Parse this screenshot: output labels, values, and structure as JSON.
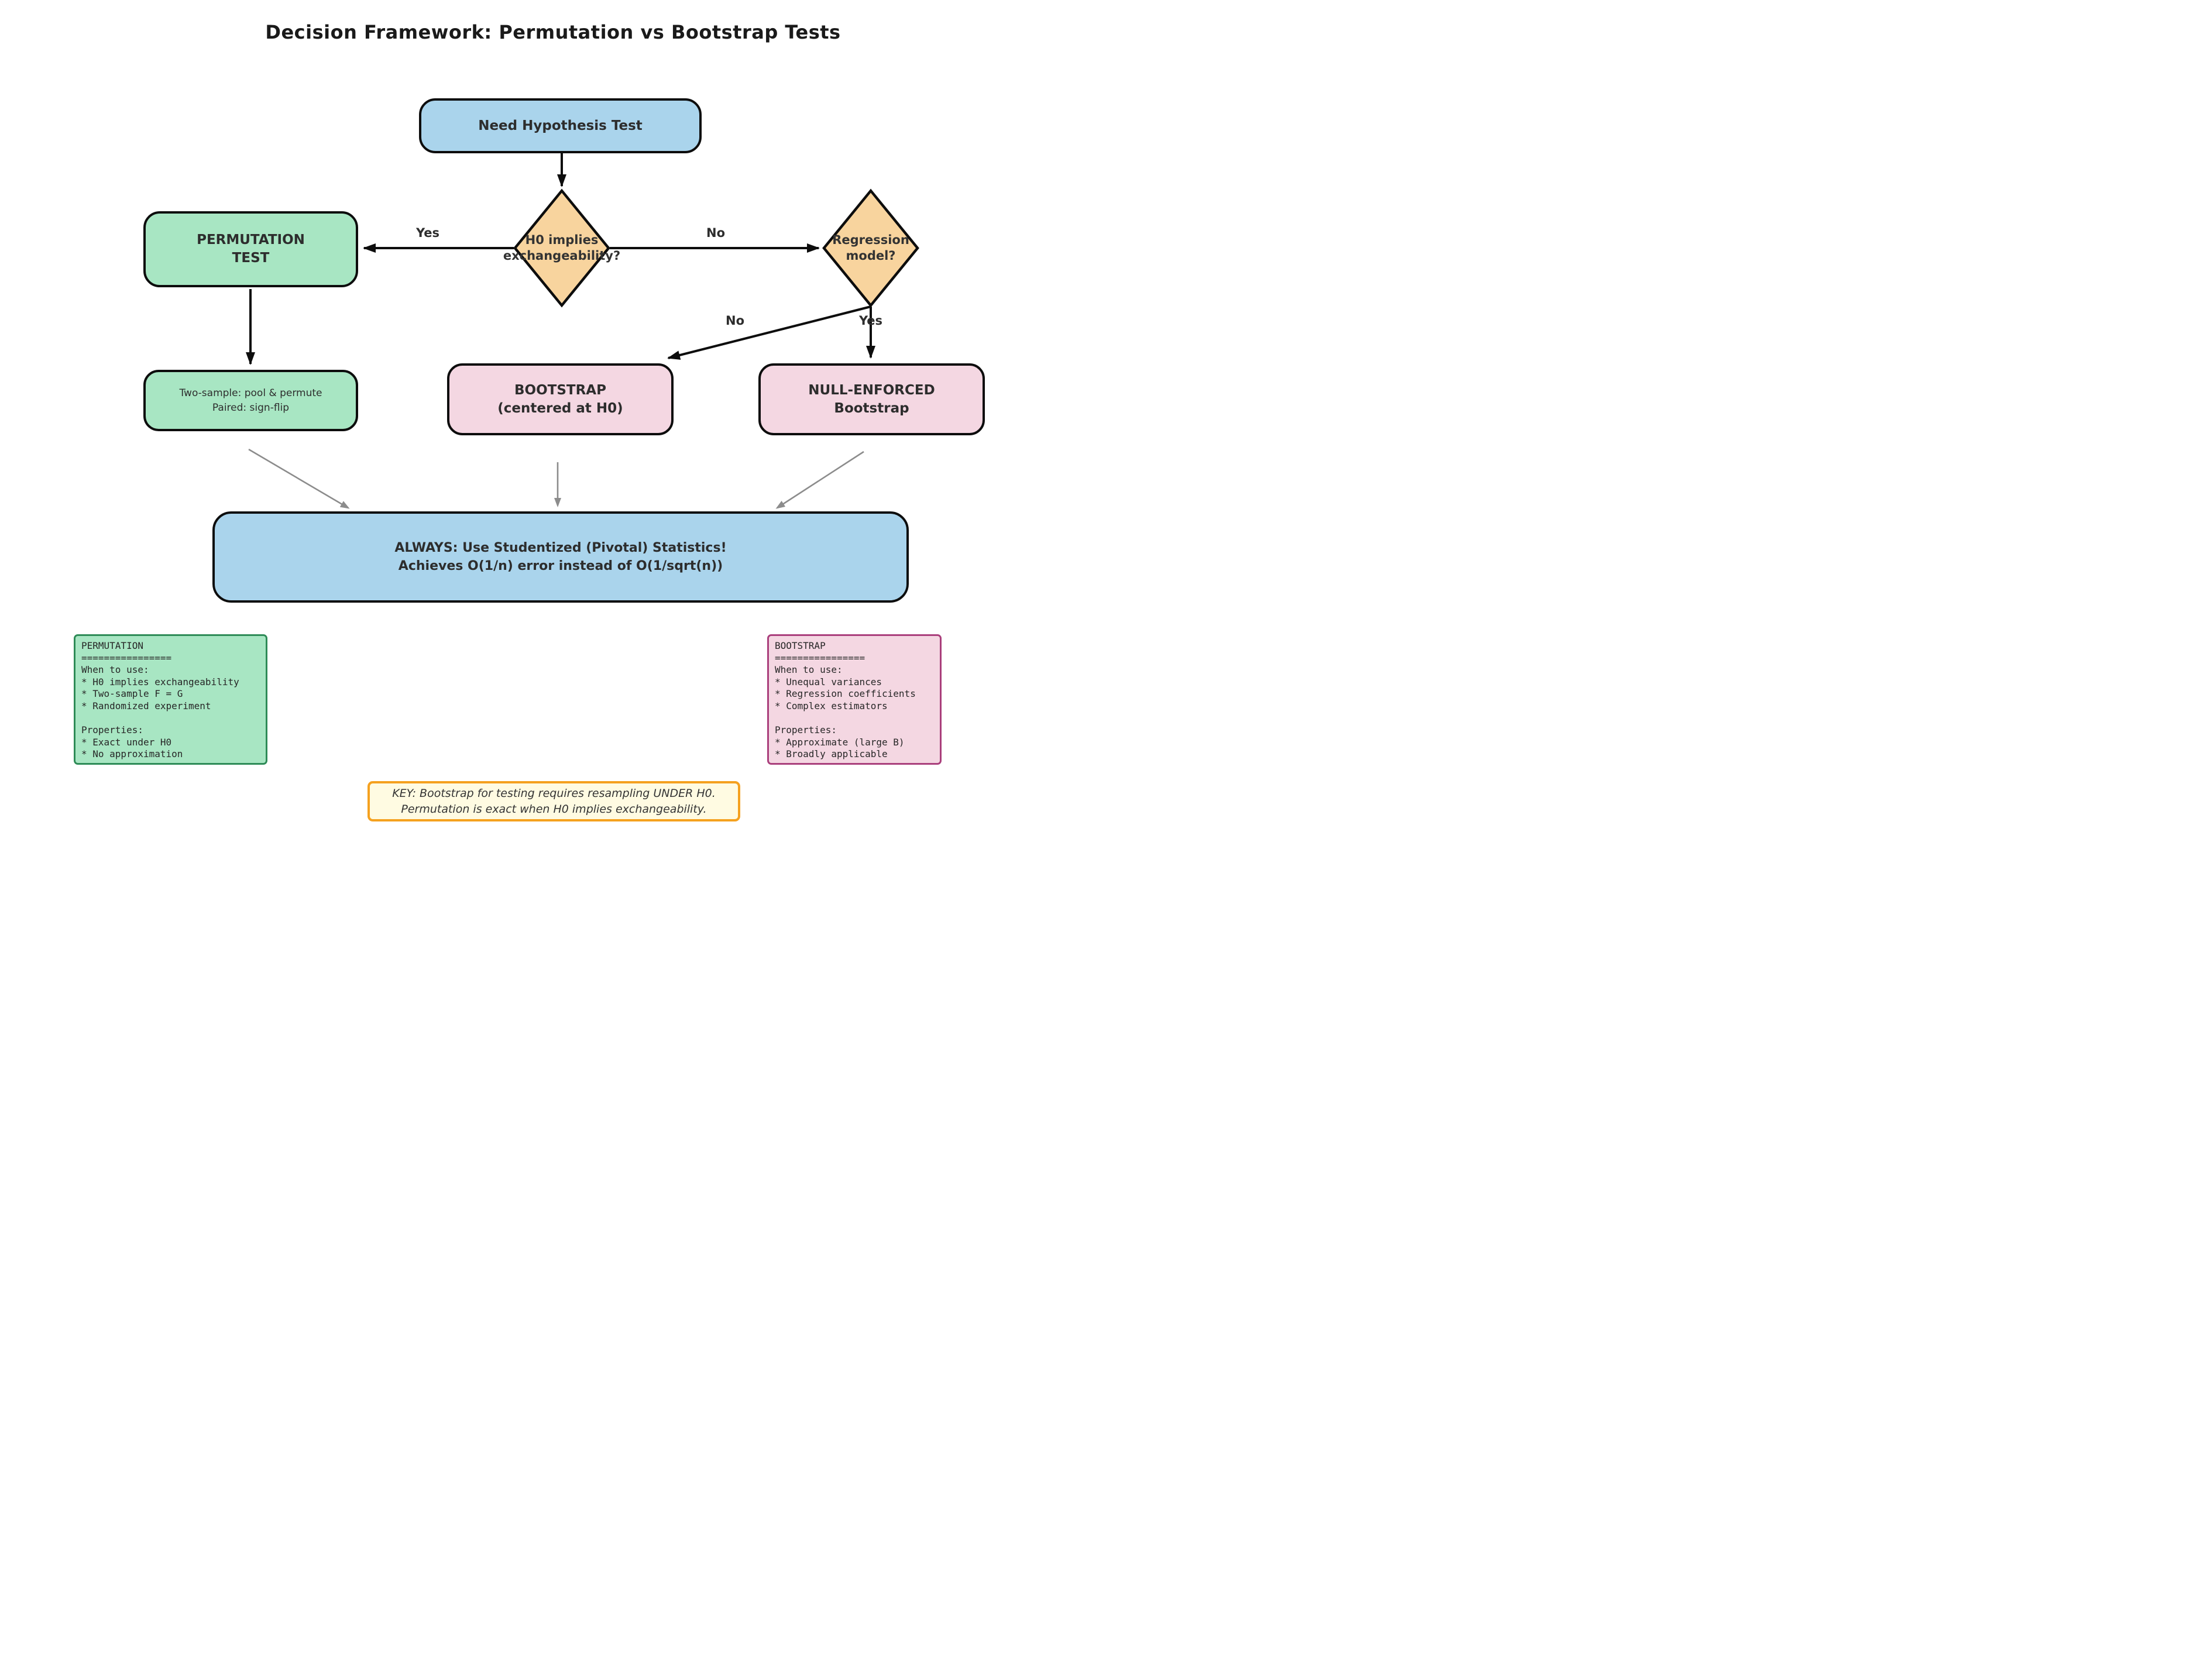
{
  "title": "Decision Framework: Permutation vs Bootstrap Tests",
  "colors": {
    "node_blue": "#aad4ec",
    "node_green": "#a8e6c3",
    "node_pink": "#f4d7e2",
    "diamond_orange": "#f8d49e",
    "panel_green_border": "#2e8b57",
    "panel_pink_border": "#aa3f7c",
    "key_border": "#f5a11f",
    "key_background": "#fffbe2",
    "arrow_black": "#0d0d0d",
    "arrow_gray": "#8c8c8c",
    "text": "#2d2d2d"
  },
  "nodes": {
    "start": {
      "label": "Need Hypothesis Test"
    },
    "exchangeability_decision": {
      "line1": "H0 implies",
      "line2": "exchangeability?"
    },
    "regression_decision": {
      "line1": "Regression",
      "line2": "model?"
    },
    "permutation_test": {
      "line1": "PERMUTATION",
      "line2": "TEST"
    },
    "permutation_methods": {
      "line1": "Two-sample: pool & permute",
      "line2": "Paired: sign-flip"
    },
    "bootstrap": {
      "line1": "BOOTSTRAP",
      "line2": "(centered at H0)"
    },
    "null_bootstrap": {
      "line1": "NULL-ENFORCED",
      "line2": "Bootstrap"
    },
    "always": {
      "line1": "ALWAYS: Use Studentized (Pivotal) Statistics!",
      "line2": "Achieves O(1/n) error instead of O(1/sqrt(n))"
    }
  },
  "edge_labels": {
    "exch_yes": "Yes",
    "exch_no": "No",
    "regression_no": "No",
    "regression_yes": "Yes"
  },
  "panels": {
    "permutation": {
      "text": "PERMUTATION\n================\nWhen to use:\n* H0 implies exchangeability\n* Two-sample F = G\n* Randomized experiment\n\nProperties:\n* Exact under H0\n* No approximation"
    },
    "bootstrap": {
      "text": "BOOTSTRAP\n================\nWhen to use:\n* Unequal variances\n* Regression coefficients\n* Complex estimators\n\nProperties:\n* Approximate (large B)\n* Broadly applicable"
    }
  },
  "key_note": {
    "text": "KEY: Bootstrap for testing requires resampling UNDER H0.\nPermutation is exact when H0 implies exchangeability."
  }
}
